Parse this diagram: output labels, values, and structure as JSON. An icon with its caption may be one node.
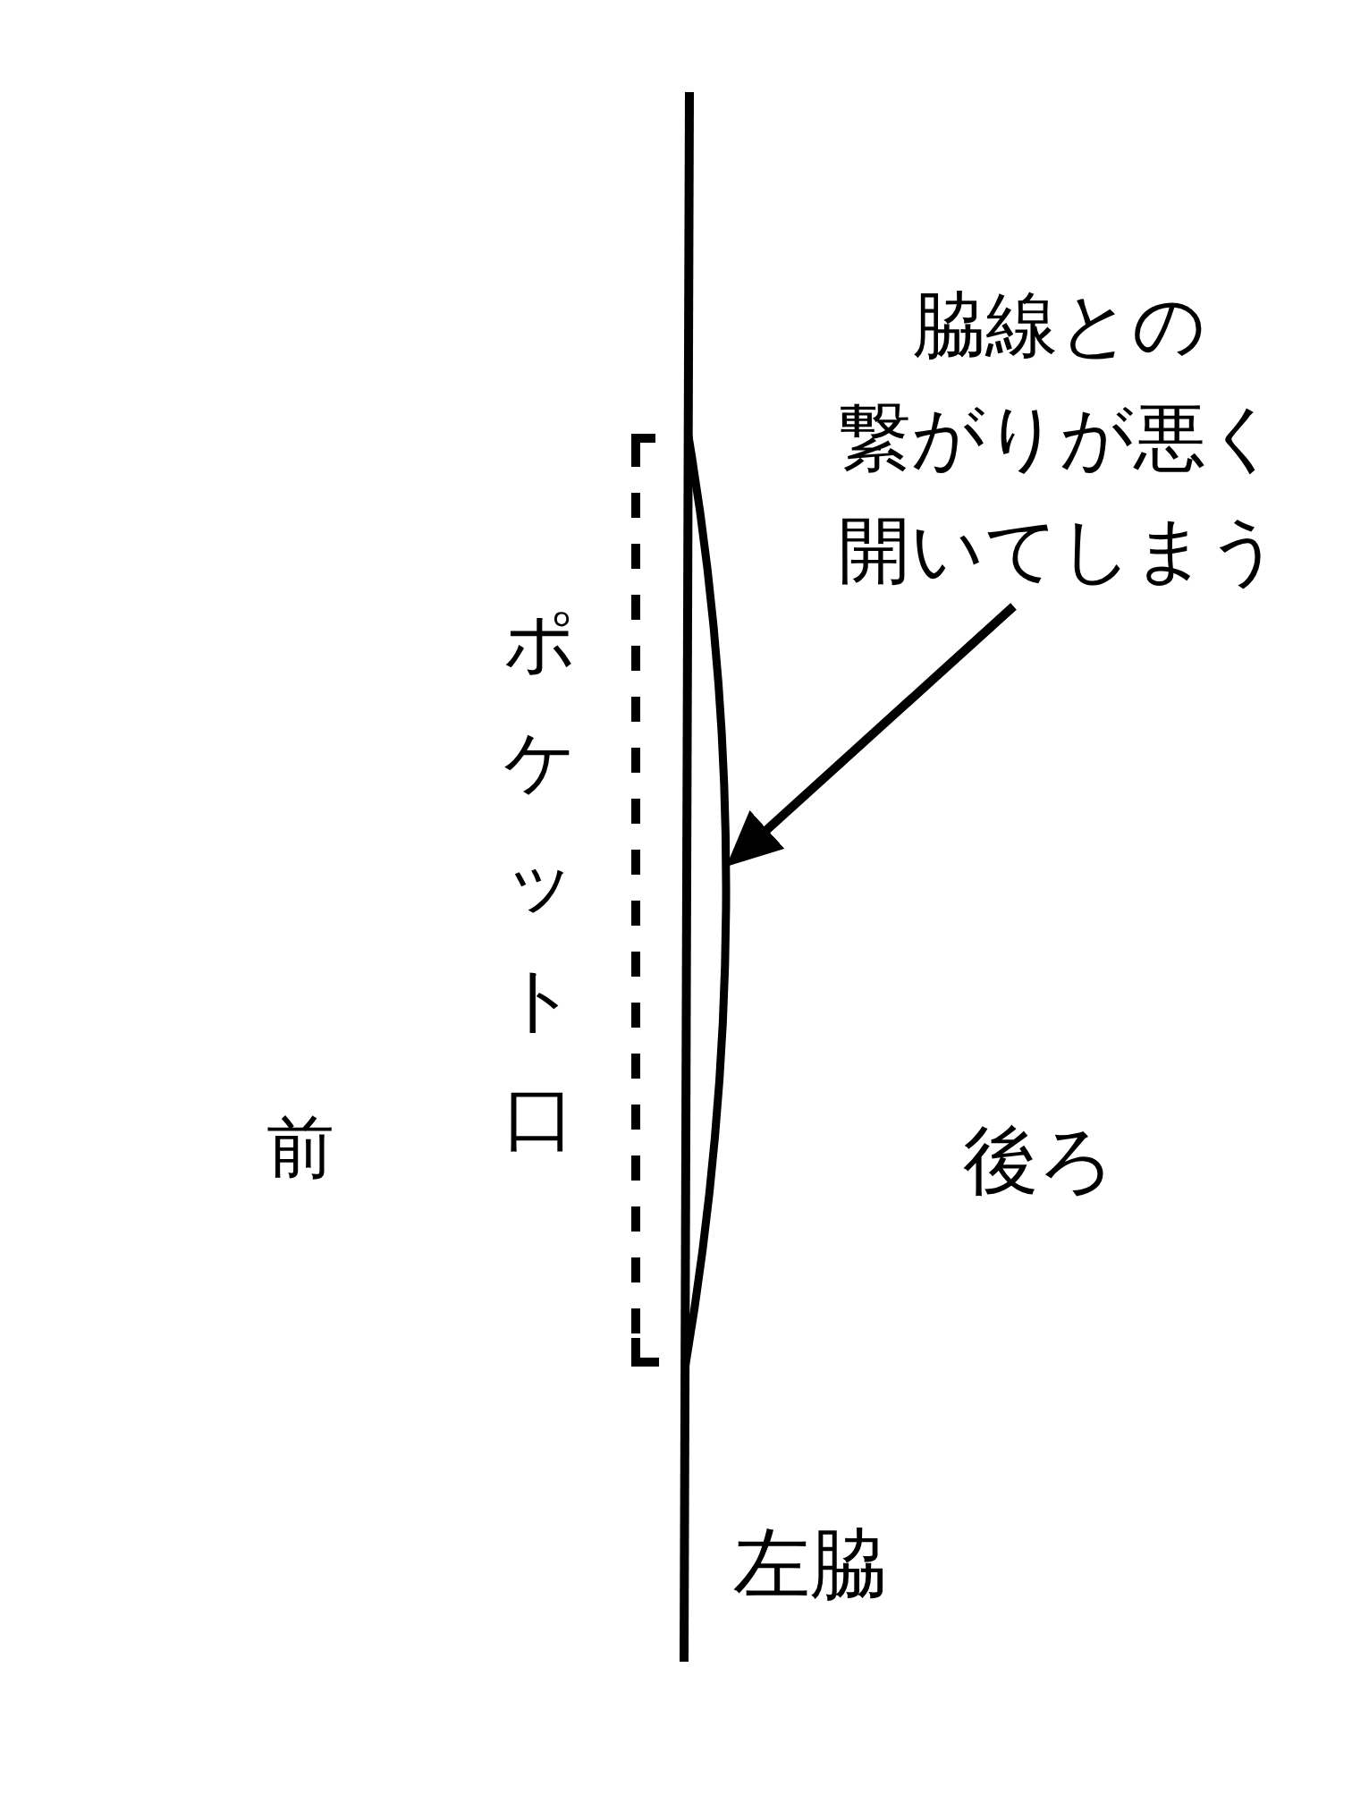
{
  "diagram": {
    "nodes": [
      {
        "text": [
          "脇線との繋がりが悪く開いてしまう"
        ]
      },
      {
        "text": [],
        "shape": "curve"
      }
    ],
    "edges": [
      {
        "from": 0,
        "to": 1,
        "arrow": "to"
      }
    ],
    "labels": [
      "ポケット口",
      "前",
      "後ろ",
      "左脇"
    ]
  }
}
